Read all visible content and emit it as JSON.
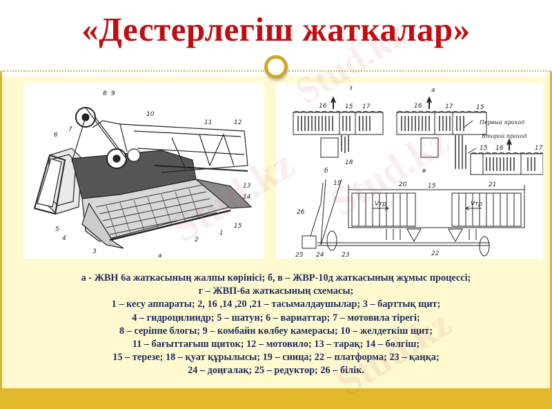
{
  "slide": {
    "title": "«Дестерлегіш жаткалар»",
    "colors": {
      "title": "#c00d12",
      "caption": "#1c2b5a",
      "content_bg": "#fff9d0",
      "accent_gold": "#e2b82b",
      "ring": "#cfa627"
    }
  },
  "figures": {
    "left": {
      "letter": "а",
      "labels": [
        "1",
        "2",
        "3",
        "4",
        "5",
        "6",
        "7",
        "8",
        "9",
        "10",
        "11",
        "12",
        "13",
        "14",
        "15"
      ]
    },
    "right": {
      "top_letter_left": "з",
      "top_letter_right": "а",
      "panel_b": "б",
      "panel_v": "в",
      "first_pass": "Первый проход",
      "second_pass": "Второй проход",
      "velocity": "Vтр",
      "labels": {
        "l16a": "16",
        "l15a": "15",
        "l17a": "17",
        "l18": "18",
        "l16b": "16",
        "l17b": "17",
        "l15b": "15",
        "l15c": "15",
        "l16c": "16",
        "l17c": "17",
        "l19": "19",
        "l20": "20",
        "l15d": "15",
        "l21": "21",
        "l26": "26",
        "l25": "25",
        "l24": "24",
        "l23": "23",
        "l22": "22"
      }
    }
  },
  "caption": {
    "lines": [
      "а - ЖВН 6а жаткасының жалпы көрінісі;   б, в – ЖВР-10д жаткасының жұмыс процессі;",
      "г – ЖВП-6а жаткасының схемасы;",
      "1 – кесу аппараты; 2, 16 ,14 ,20 ,21 – тасымалдаушылар; 3 – барттық щит;",
      "4 – гидроцилиндр; 5 – шатун; 6 – вариаттар; 7 – мотовила тірегі;",
      "8 – серіппе блогы; 9 – комбайн көлбеу камерасы; 10 – желдеткіш щит;",
      "11 – бағыттағыш щиток; 12 – мотовило; 13 – тарақ; 14 – бөлгіш;",
      "15 – терезе; 18 – қуат құрылысы; 19 – сница; 22 – платформа; 23 – қаңқа;",
      "24 – доңғалақ; 25 – редуктор; 26 – білік."
    ]
  },
  "watermarks": [
    "Stud.kz",
    "Stud.kz",
    "Stud.kz",
    "Stud.kz"
  ]
}
